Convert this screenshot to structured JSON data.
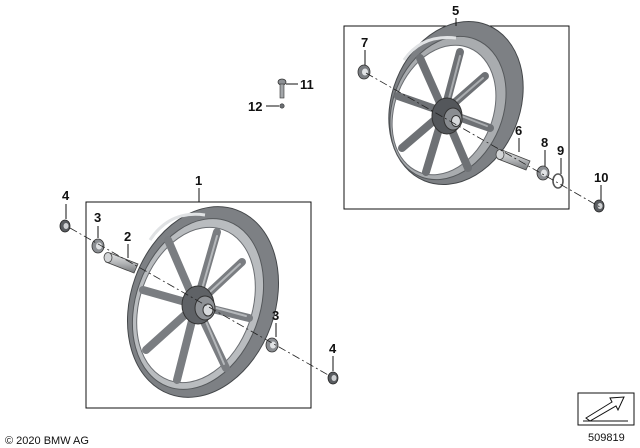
{
  "callouts": {
    "c1": "1",
    "c2": "2",
    "c3a": "3",
    "c3b": "3",
    "c4a": "4",
    "c4b": "4",
    "c5": "5",
    "c6": "6",
    "c7": "7",
    "c8": "8",
    "c9": "9",
    "c10": "10",
    "c11": "11",
    "c12": "12"
  },
  "footer": {
    "copyright": "© 2020 BMW AG",
    "diagram_number": "509819"
  },
  "colors": {
    "rim_dark": "#6b6e72",
    "rim_mid": "#8d9094",
    "rim_light": "#c2c5c8",
    "line": "#111111"
  }
}
